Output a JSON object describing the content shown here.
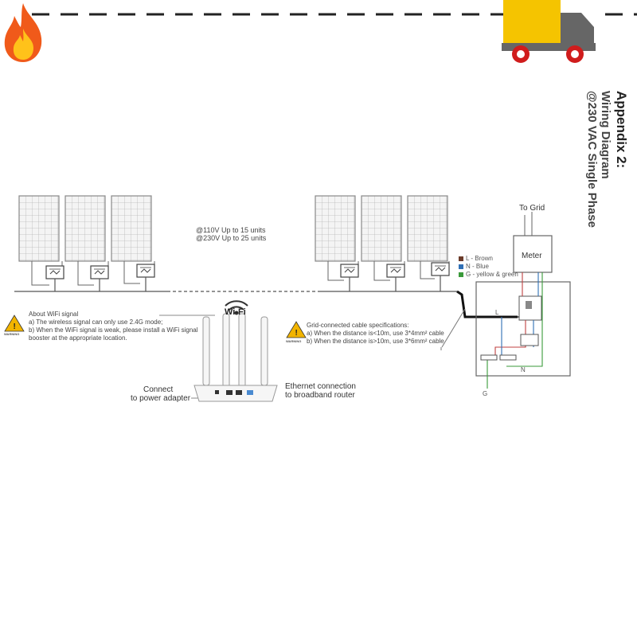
{
  "header": {
    "title": "Appendix 2:",
    "subtitle_line1": "Wiring Diagram",
    "subtitle_line2": "@230 VAC Single Phase"
  },
  "capacity": {
    "line1": "@110V Up to 15 units",
    "line2": "@230V Up to 25 units"
  },
  "legend": {
    "l": "L - Brown",
    "n": "N - Blue",
    "g": "G - yellow & green",
    "colors": {
      "l": "#6b3b2a",
      "n": "#2f6fb5",
      "g": "#3a9a3a"
    }
  },
  "grid": {
    "to_grid": "To Grid",
    "meter": "Meter",
    "l_label": "L",
    "n_label": "N",
    "g_label": "G"
  },
  "wifi_note": {
    "warning": "WARNING",
    "title": "About WiFi signal",
    "a": "a) The wireless signal can only use 2.4G mode;",
    "b": "b) When the WiFi signal is weak, please install a WiFi signal",
    "c": "booster at the appropriate location."
  },
  "cable_note": {
    "warning": "WARNING",
    "title": "Grid-connected cable specifications:",
    "a": "a) When the distance is<10m, use 3*4mm² cable",
    "b": "b) When the distance is>10m, use 3*6mm² cable"
  },
  "router": {
    "wifi_label": "Wi-Fi",
    "power_line1": "Connect",
    "power_line2": "to power adapter",
    "ethernet_line1": "Ethernet connection",
    "ethernet_line2": "to broadband router"
  },
  "icons": {
    "flame": "flame-icon",
    "truck": "truck-icon",
    "warning": "warning-icon",
    "wifi": "wifi-icon"
  }
}
